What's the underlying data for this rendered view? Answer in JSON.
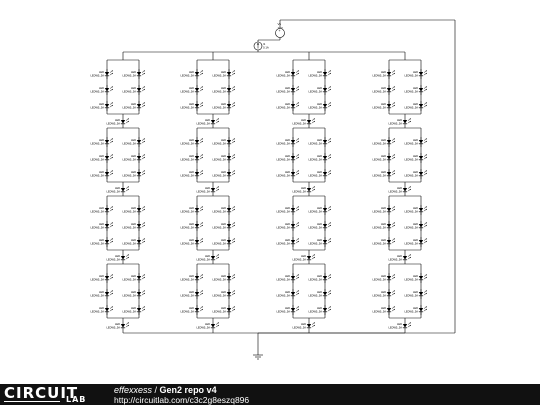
{
  "schematic": {
    "source_label": "Vs",
    "source_value": "12V",
    "current_label": "I1",
    "current_value": "0.1A",
    "led_label": "LED",
    "led_part": "LEDW5_5A",
    "stroke_color": "#000000"
  },
  "footer": {
    "logo_main": "CIRCUIT",
    "logo_sub": "LAB",
    "owner": "effexxess",
    "separator": " / ",
    "project_title": "Gen2 repo v4",
    "url": "http://circuitlab.com/c3c2g8eszq896"
  }
}
